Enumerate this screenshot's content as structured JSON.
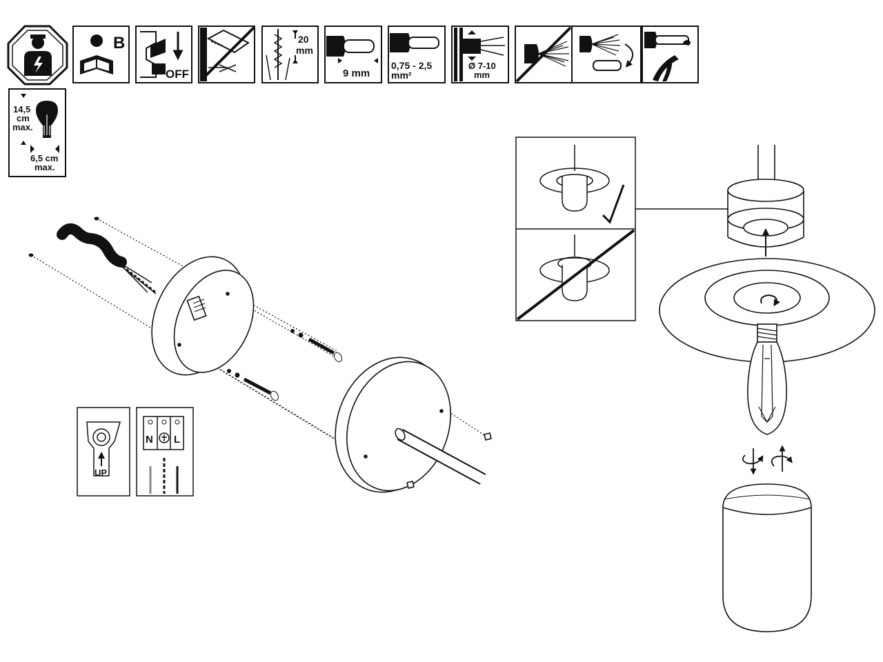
{
  "icons": {
    "manual_letter": "B",
    "switch_label": "OFF",
    "drill_depth": [
      "20",
      "mm"
    ],
    "strip_length": "9 mm",
    "wire_section": [
      "0,75 - 2,5",
      "mm²"
    ],
    "cable_diameter": [
      "Ø 7-10",
      "mm"
    ],
    "bulb_height": [
      "14,5",
      "cm",
      "max."
    ],
    "bulb_width": [
      "6,5 cm",
      "max."
    ]
  },
  "details": {
    "up_label": "UP",
    "terminal_labels": [
      "N",
      "L"
    ]
  },
  "colors": {
    "line": "#111111",
    "fill": "#ffffff"
  }
}
